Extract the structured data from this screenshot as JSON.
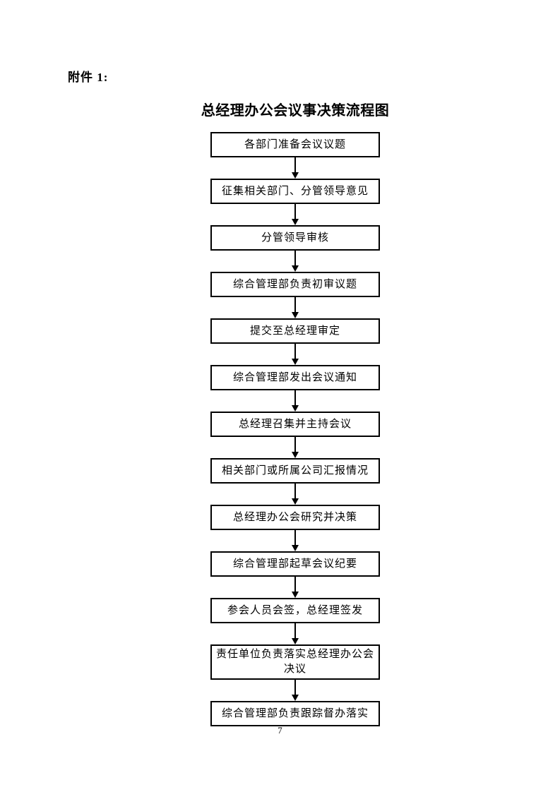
{
  "page": {
    "attachment_label": "附件 1:",
    "title": "总经理办公会议事决策流程图",
    "page_number": "7"
  },
  "flowchart": {
    "nodes": [
      "各部门准备会议议题",
      "征集相关部门、分管领导意见",
      "分管领导审核",
      "综合管理部负责初审议题",
      "提交至总经理审定",
      "综合管理部发出会议通知",
      "总经理召集并主持会议",
      "相关部门或所属公司汇报情况",
      "总经理办公会研究并决策",
      "综合管理部起草会议纪要",
      "参会人员会签，总经理签发",
      "责任单位负责落实总经理办公会决议",
      "综合管理部负责跟踪督办落实"
    ]
  }
}
